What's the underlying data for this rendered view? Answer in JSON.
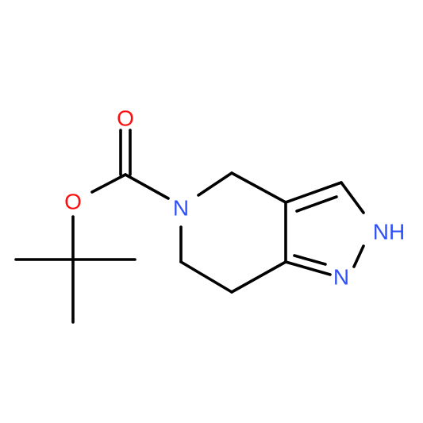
{
  "molecule": {
    "atoms": {
      "carbonyl_oxygen": {
        "label": "O",
        "color": "#ff0d0d"
      },
      "ester_oxygen": {
        "label": "O",
        "color": "#ff0d0d"
      },
      "ring_nitrogen": {
        "label": "N",
        "color": "#3050f8"
      },
      "pyrazole_nh": {
        "label": "NH",
        "color": "#3050f8"
      },
      "pyrazole_n": {
        "label": "N",
        "color": "#3050f8"
      }
    }
  }
}
